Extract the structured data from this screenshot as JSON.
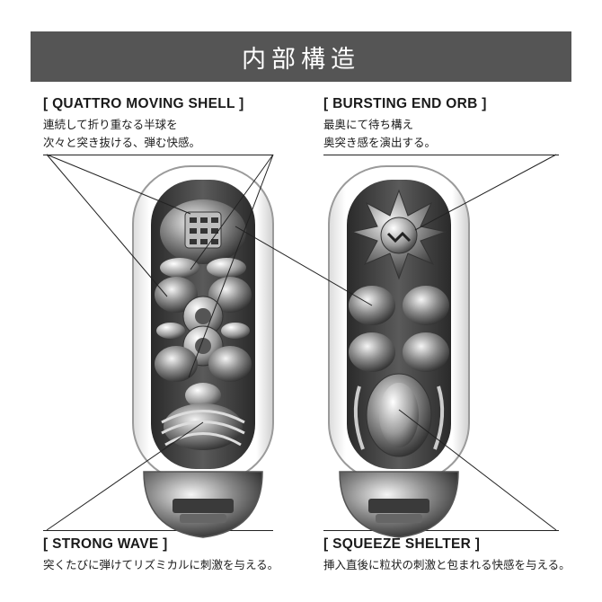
{
  "header": {
    "title": "内部構造"
  },
  "features": {
    "quattro": {
      "title": "[ QUATTRO MOVING SHELL ]",
      "desc": [
        "連続して折り重なる半球を",
        "次々と突き抜ける、弾む快感。"
      ]
    },
    "bursting": {
      "title": "[ BURSTING END ORB ]",
      "desc": [
        "最奥にて待ち構え",
        "奥突き感を演出する。"
      ]
    },
    "strong": {
      "title": "[ STRONG WAVE ]",
      "desc": [
        "突くたびに弾けてリズミカルに刺激を与える。"
      ]
    },
    "squeeze": {
      "title": "[ SQUEEZE SHELTER ]",
      "desc": [
        "挿入直後に粒状の刺激と包まれる快感を与える。"
      ]
    }
  },
  "colors": {
    "header_bg": "#555555",
    "text": "#1a1a1a",
    "line": "#222222"
  }
}
